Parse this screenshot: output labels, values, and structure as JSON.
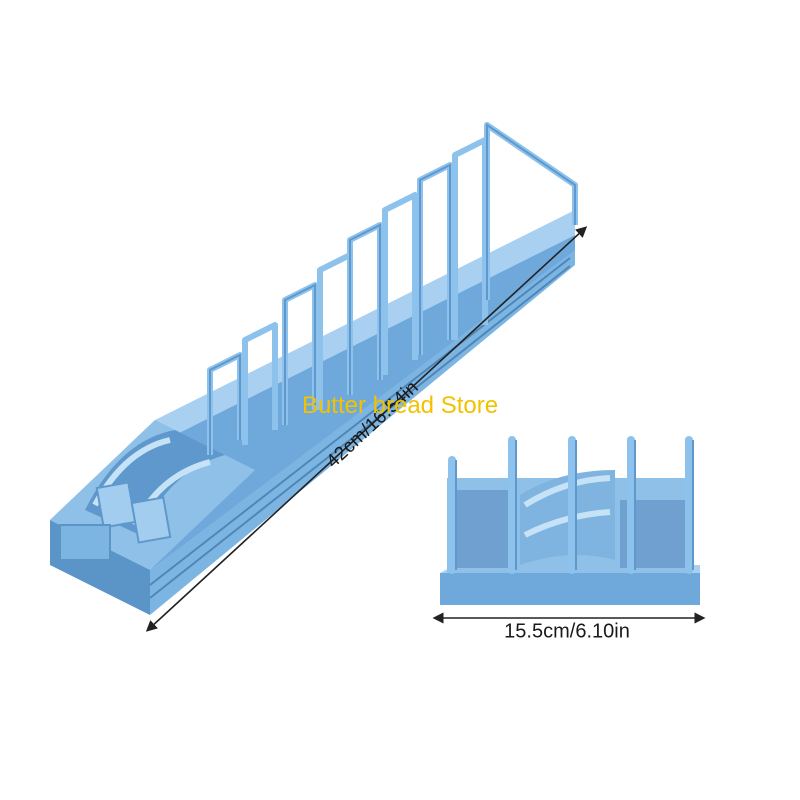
{
  "watermark": "Butter bread Store",
  "dimensions": {
    "length": "42cm/16.54in",
    "width": "15.5cm/6.10in"
  },
  "colors": {
    "plastic": "#7db5e2",
    "plastic_dark": "#5b95c8",
    "plastic_light": "#a9d0f0",
    "watermark": "#f2c200",
    "arrow": "#222222"
  }
}
